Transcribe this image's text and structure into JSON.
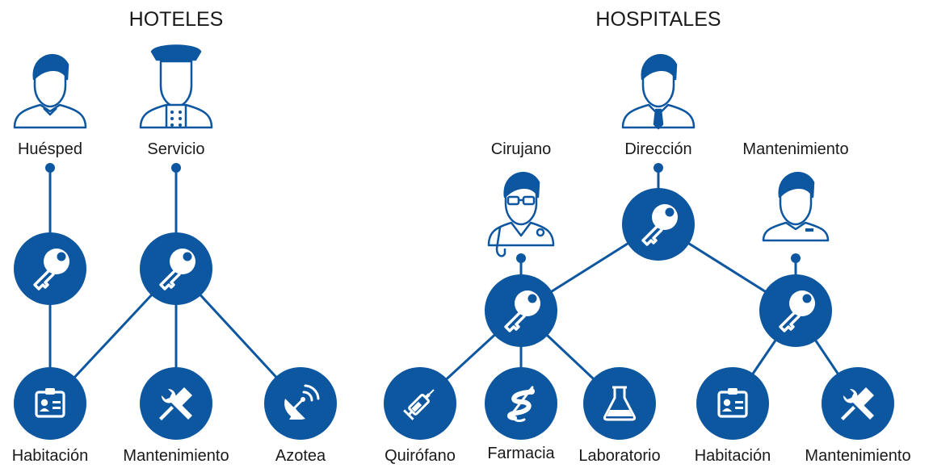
{
  "colors": {
    "primary": "#0d56a0",
    "line": "#0d56a0",
    "text": "#1a1a1a"
  },
  "hotels": {
    "title": "HOTELES",
    "people": [
      {
        "label": "Huésped",
        "icon": "guest-person-icon"
      },
      {
        "label": "Servicio",
        "icon": "bellhop-person-icon"
      }
    ],
    "keys": [
      "key-icon",
      "key-icon"
    ],
    "areas": [
      {
        "label": "Habitación",
        "icon": "id-card-icon"
      },
      {
        "label": "Mantenimiento",
        "icon": "tools-icon"
      },
      {
        "label": "Azotea",
        "icon": "satellite-dish-icon"
      }
    ]
  },
  "hospitals": {
    "title": "HOSPITALES",
    "people": [
      {
        "label": "Cirujano",
        "icon": "doctor-person-icon"
      },
      {
        "label": "Dirección",
        "icon": "manager-person-icon"
      },
      {
        "label": "Mantenimiento",
        "icon": "worker-person-icon"
      }
    ],
    "keys": [
      "key-icon",
      "key-icon",
      "key-icon"
    ],
    "areas": [
      {
        "label": "Quirófano",
        "icon": "syringe-icon"
      },
      {
        "label": "Farmacia",
        "icon": "pharmacy-icon"
      },
      {
        "label": "Laboratorio",
        "icon": "flask-icon"
      },
      {
        "label": "Habitación",
        "icon": "id-card-icon"
      },
      {
        "label": "Mantenimiento",
        "icon": "tools-icon"
      }
    ]
  }
}
